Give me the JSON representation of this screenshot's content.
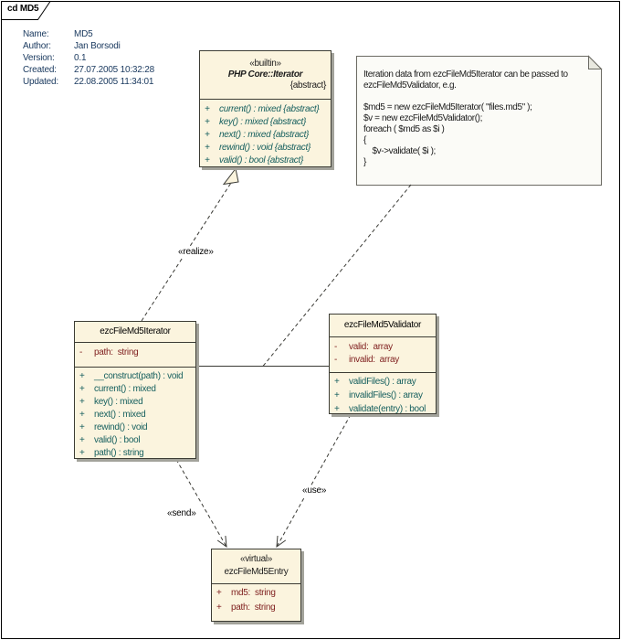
{
  "frame": {
    "label": "cd MD5"
  },
  "metadata": {
    "rows": [
      {
        "label": "Name:",
        "value": "MD5"
      },
      {
        "label": "Author:",
        "value": "Jan Borsodi"
      },
      {
        "label": "Version:",
        "value": "0.1"
      },
      {
        "label": "Created:",
        "value": "27.07.2005 10:32:28"
      },
      {
        "label": "Updated:",
        "value": "22.08.2005 11:34:01"
      }
    ]
  },
  "note": {
    "lines": [
      "Iteration data from ezcFileMd5Iterator can be passed to",
      "ezcFileMd5Validator, e.g.",
      "",
      "$md5 = new ezcFileMd5Iterator( \"files.md5\" );",
      "$v = new ezcFileMd5Validator();",
      "foreach ( $md5 as $i )",
      "{",
      "    $v->validate( $i );",
      "}"
    ]
  },
  "classes": {
    "builtin": {
      "stereotype": "«builtin»",
      "name": "PHP Core::Iterator",
      "modifier": "{abstract}",
      "methods": [
        {
          "vis": "+",
          "text": "current() : mixed {abstract}"
        },
        {
          "vis": "+",
          "text": "key() : mixed {abstract}"
        },
        {
          "vis": "+",
          "text": "next() : mixed {abstract}"
        },
        {
          "vis": "+",
          "text": "rewind() : void {abstract}"
        },
        {
          "vis": "+",
          "text": "valid() : bool {abstract}"
        }
      ]
    },
    "iterator": {
      "name": "ezcFileMd5Iterator",
      "attributes": [
        {
          "vis": "-",
          "text": "path:  string"
        }
      ],
      "methods": [
        {
          "vis": "+",
          "text": "__construct(path) : void"
        },
        {
          "vis": "+",
          "text": "current() : mixed"
        },
        {
          "vis": "+",
          "text": "key() : mixed"
        },
        {
          "vis": "+",
          "text": "next() : mixed"
        },
        {
          "vis": "+",
          "text": "rewind() : void"
        },
        {
          "vis": "+",
          "text": "valid() : bool"
        },
        {
          "vis": "+",
          "text": "path() : string"
        }
      ]
    },
    "validator": {
      "name": "ezcFileMd5Validator",
      "attributes": [
        {
          "vis": "-",
          "text": "valid:  array"
        },
        {
          "vis": "-",
          "text": "invalid:  array"
        }
      ],
      "methods": [
        {
          "vis": "+",
          "text": "validFiles() : array"
        },
        {
          "vis": "+",
          "text": "invalidFiles() : array"
        },
        {
          "vis": "+",
          "text": "validate(entry) : bool"
        }
      ]
    },
    "entry": {
      "stereotype": "«virtual»",
      "name": "ezcFileMd5Entry",
      "attributes": [
        {
          "vis": "+",
          "text": "md5:  string"
        },
        {
          "vis": "+",
          "text": "path:  string"
        }
      ]
    }
  },
  "connectors": {
    "realize_label": "«realize»",
    "send_label": "«send»",
    "use_label": "«use»"
  },
  "colors": {
    "box_fill": "#fbf4de",
    "box_border": "#3c3c34",
    "shadow": "#a3a39b",
    "attribute_text": "#7e1e1e",
    "method_text": "#17605f",
    "metadata_text": "#1d3c61",
    "note_fill": "#fbfbf7",
    "note_fold": "#e8e8df",
    "line": "#3a3a35"
  }
}
